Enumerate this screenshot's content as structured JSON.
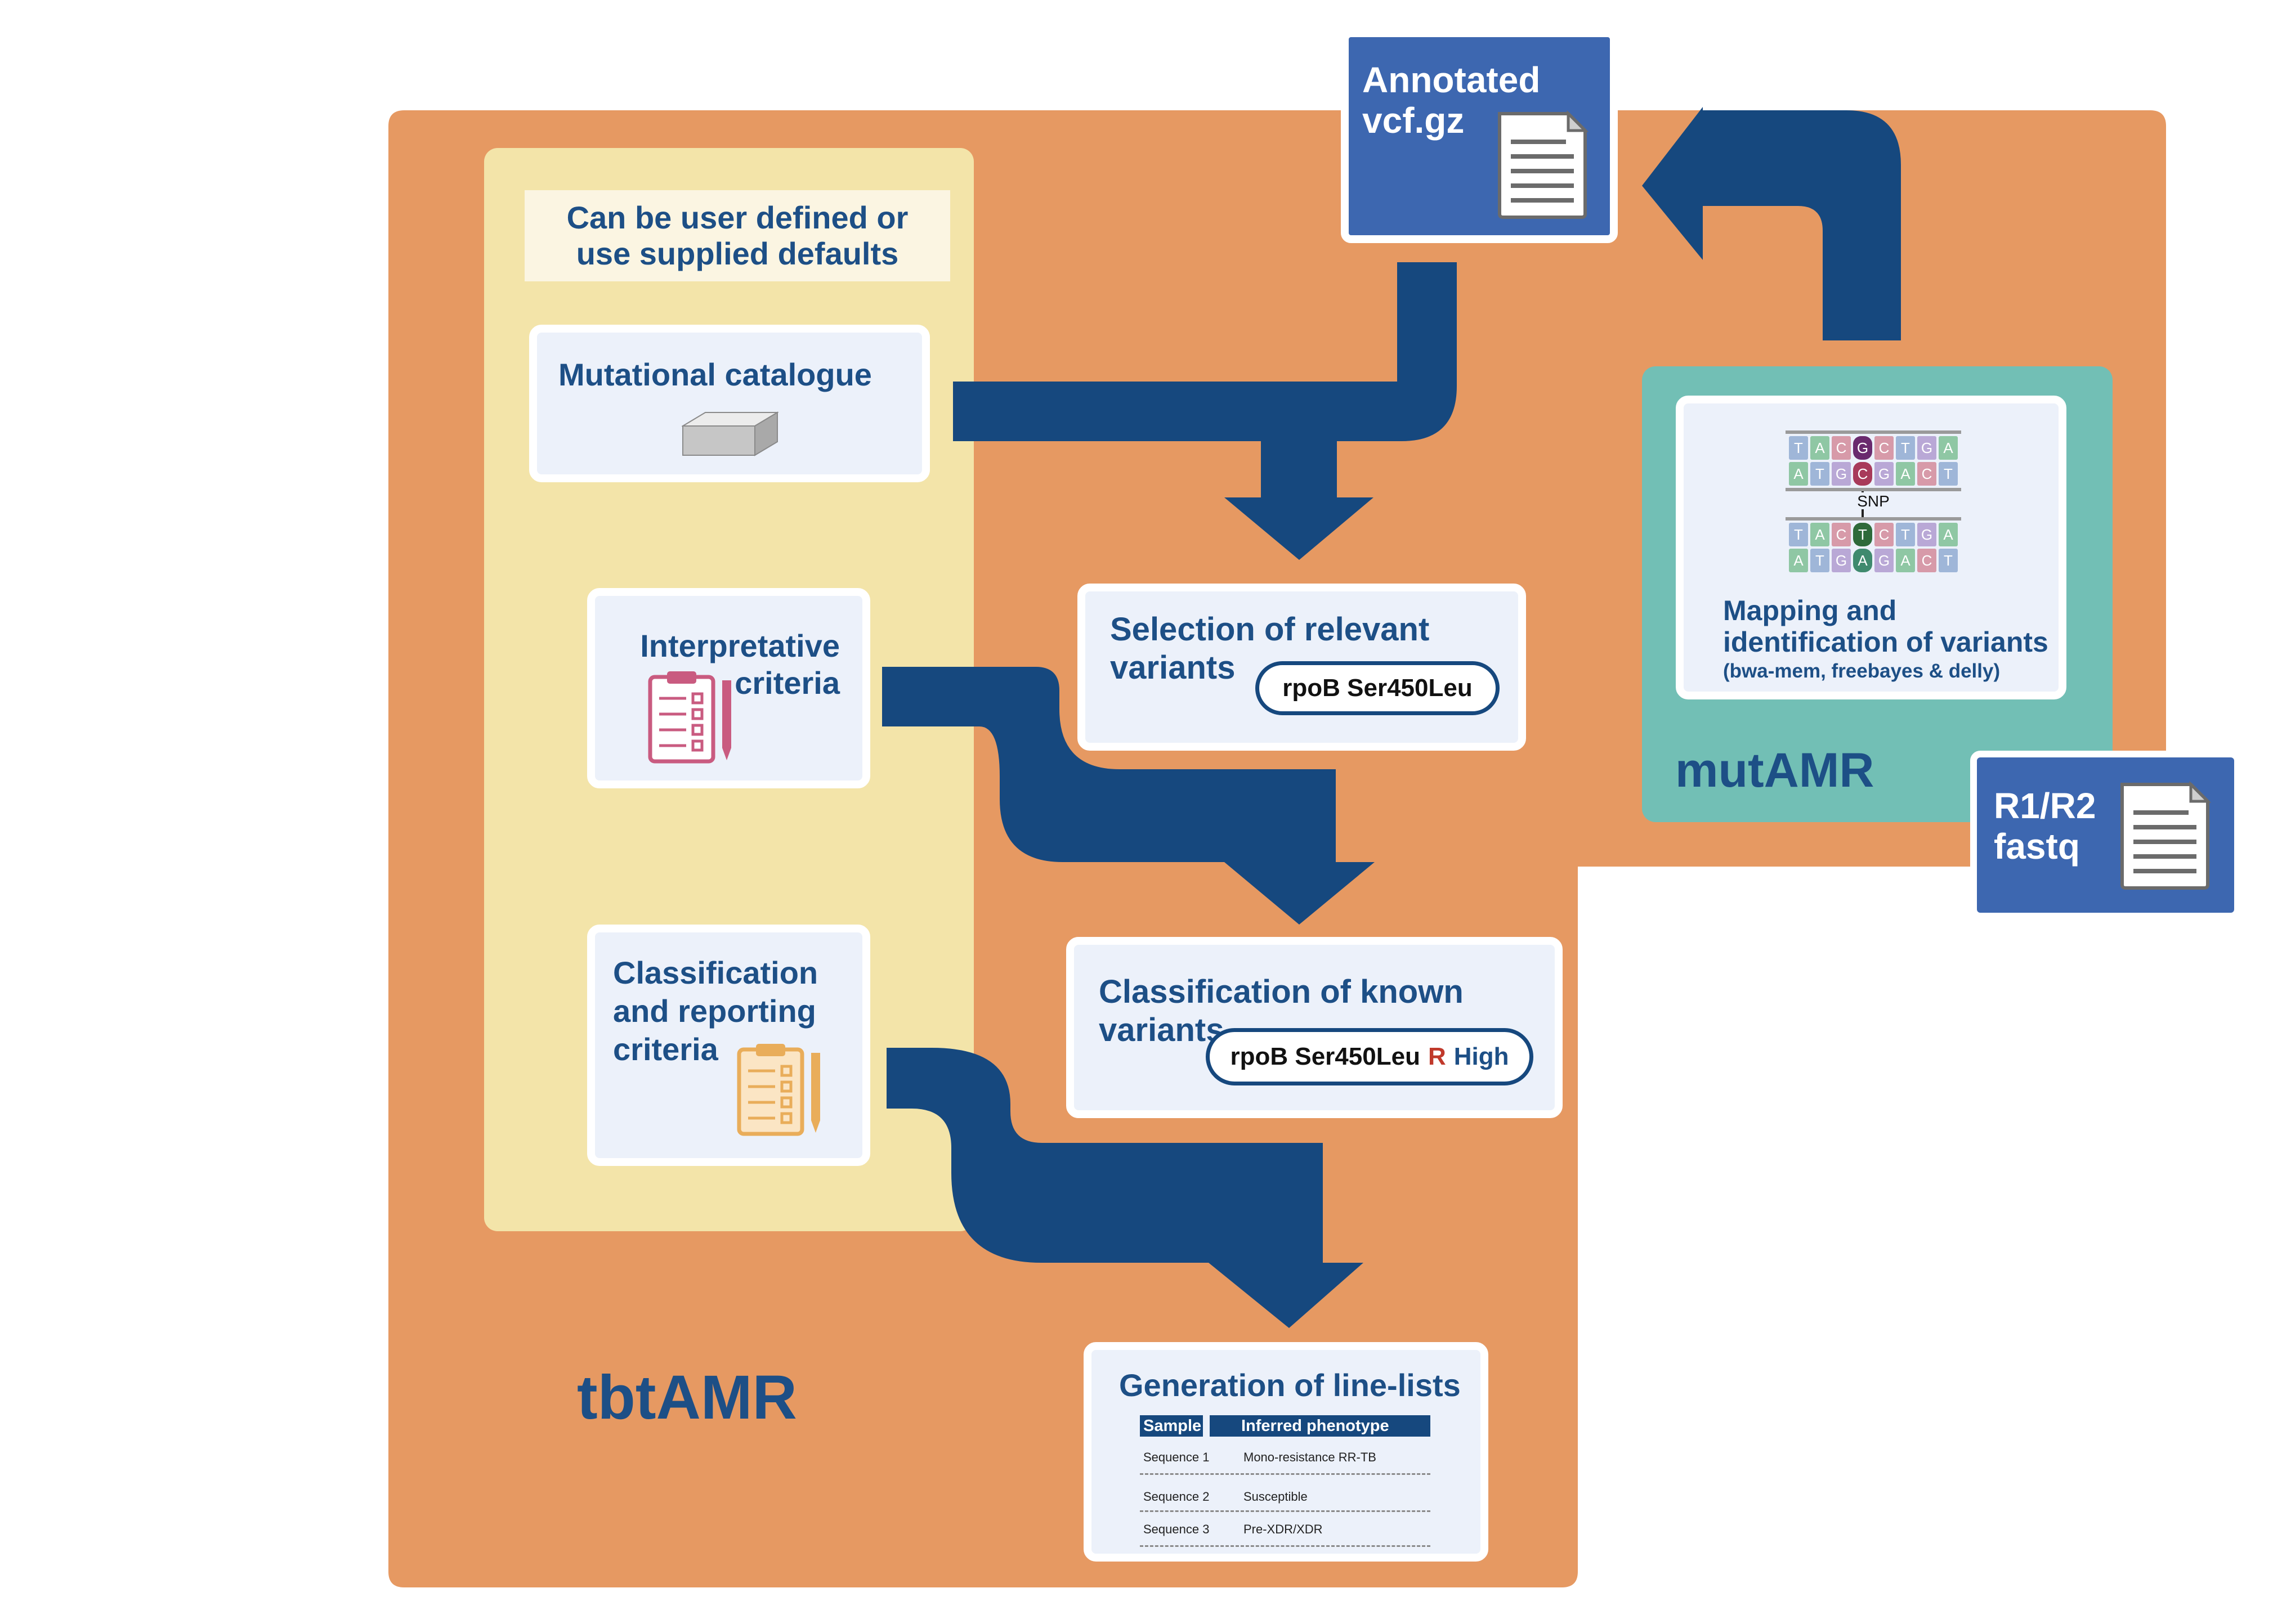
{
  "colors": {
    "orange": "#e69962",
    "cream": "#f3e4a9",
    "teal": "#72bfb5",
    "navy": "#16487e",
    "card": "#ecf1fa",
    "file_blue": "#3d67b0",
    "red": "#c0392b",
    "pink": "#c95b80",
    "gold": "#e9ad5a"
  },
  "tbtamr": {
    "label": "tbtAMR",
    "defaults_note": "Can be user defined or use supplied defaults",
    "mutational_catalogue": {
      "title": "Mutational catalogue",
      "icon": "database-box-icon"
    },
    "interpretative_criteria": {
      "title_line1": "Interpretative",
      "title_line2": "criteria",
      "icon": "clipboard-checklist-icon"
    },
    "classification_criteria": {
      "title_line1": "Classification",
      "title_line2": "and reporting",
      "title_line3": "criteria",
      "icon": "clipboard-checklist-icon"
    },
    "selection": {
      "title_line1": "Selection of relevant",
      "title_line2": "variants",
      "pill": "rpoB Ser450Leu"
    },
    "classification": {
      "title_line1": "Classification of known",
      "title_line2": "variants",
      "pill_variant": "rpoB Ser450Leu",
      "pill_resistance": "R",
      "pill_level": "High"
    },
    "line_lists": {
      "title": "Generation of line-lists",
      "headers": [
        "Sample",
        "Inferred phenotype"
      ],
      "rows": [
        [
          "Sequence 1",
          "Mono-resistance RR-TB"
        ],
        [
          "Sequence 2",
          "Susceptible"
        ],
        [
          "Sequence 3",
          "Pre-XDR/XDR"
        ]
      ]
    }
  },
  "mutamr": {
    "label": "mutAMR",
    "mapping_title_line1": "Mapping and",
    "mapping_title_line2": "identification of variants",
    "mapping_tools": "(bwa-mem, freebayes & delly)",
    "snp_label": "SNP",
    "dna_top_strand_1": [
      "T",
      "A",
      "C",
      "G",
      "C",
      "T",
      "G",
      "A"
    ],
    "dna_bottom_strand_1": [
      "A",
      "T",
      "G",
      "C",
      "G",
      "A",
      "C",
      "T"
    ],
    "dna_top_strand_2": [
      "T",
      "A",
      "C",
      "T",
      "C",
      "T",
      "G",
      "A"
    ],
    "dna_bottom_strand_2": [
      "A",
      "T",
      "G",
      "A",
      "G",
      "A",
      "C",
      "T"
    ]
  },
  "files": {
    "vcf_line1": "Annotated",
    "vcf_line2": "vcf.gz",
    "fastq_line1": "R1/R2",
    "fastq_line2": "fastq",
    "icon": "document-icon"
  }
}
